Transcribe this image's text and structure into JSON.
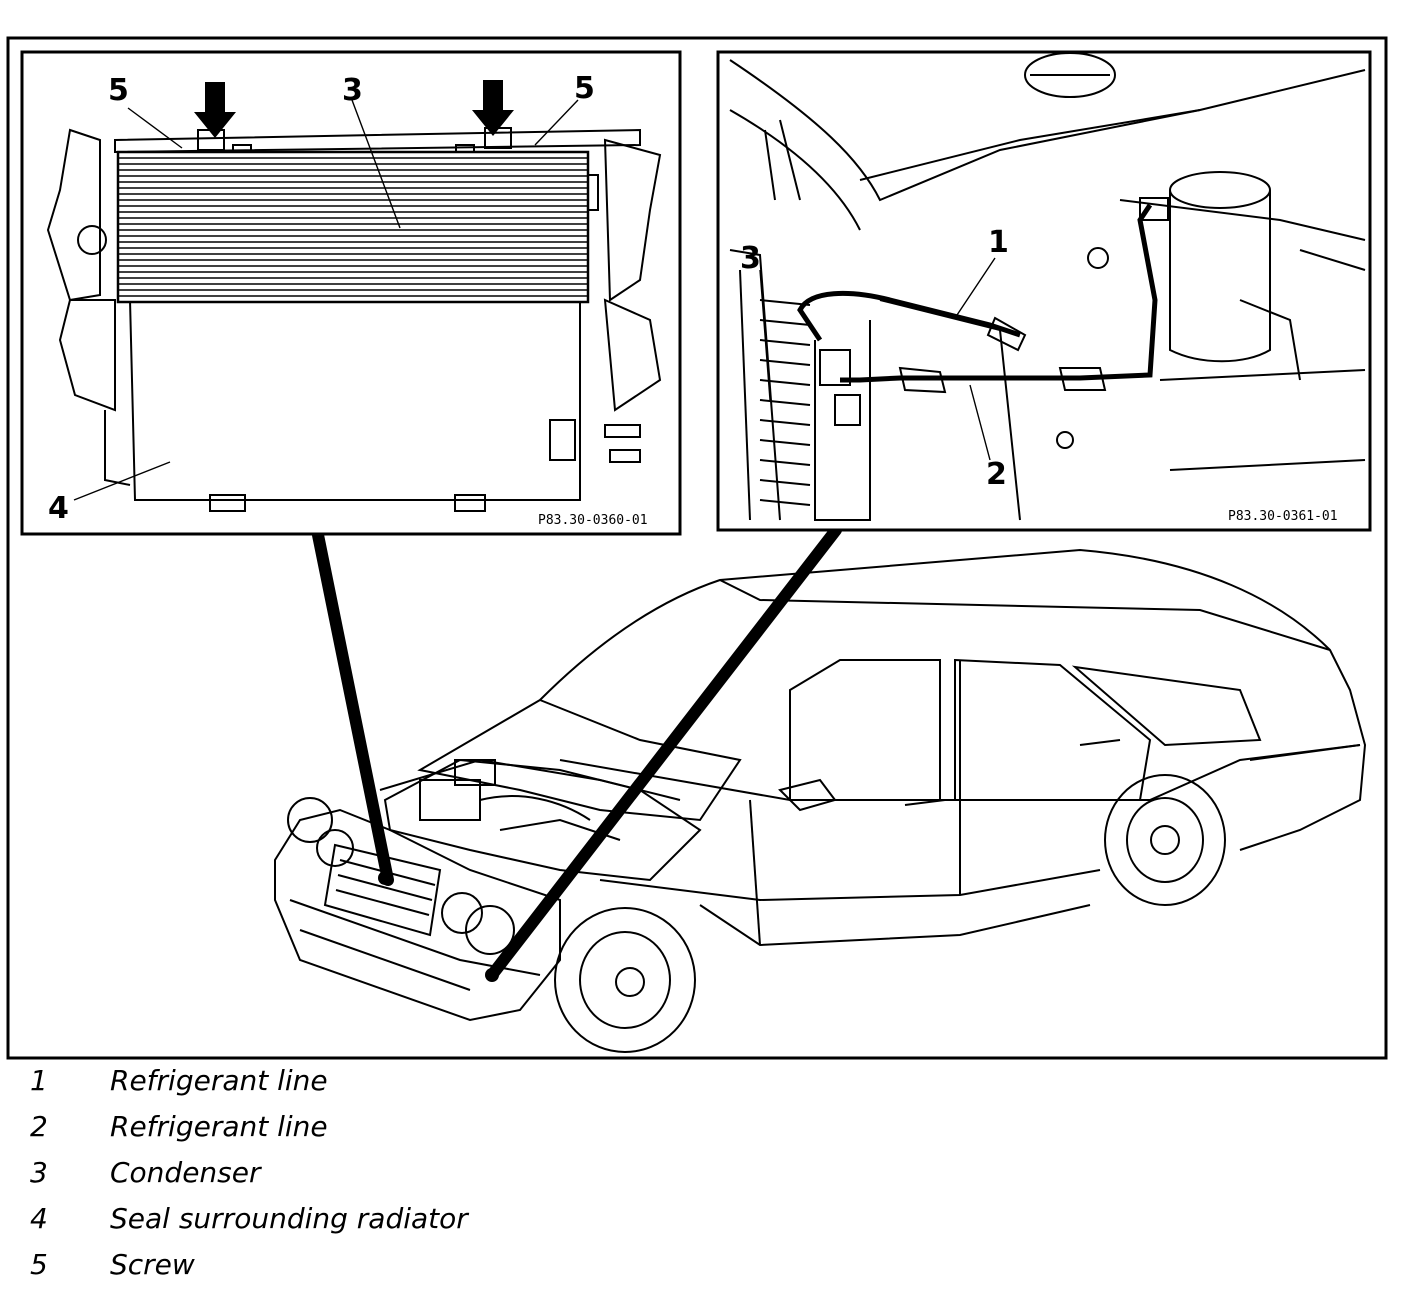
{
  "callouts": {
    "left_5a": "5",
    "left_3": "3",
    "left_5b": "5",
    "left_4": "4",
    "right_1": "1",
    "right_3": "3",
    "right_2": "2"
  },
  "part_numbers": {
    "left": "P83.30-0360-01",
    "right": "P83.30-0361-01"
  },
  "legend": [
    {
      "num": "1",
      "text": "Refrigerant line"
    },
    {
      "num": "2",
      "text": "Refrigerant line"
    },
    {
      "num": "3",
      "text": "Condenser"
    },
    {
      "num": "4",
      "text": "Seal surrounding radiator"
    },
    {
      "num": "5",
      "text": "Screw"
    }
  ]
}
